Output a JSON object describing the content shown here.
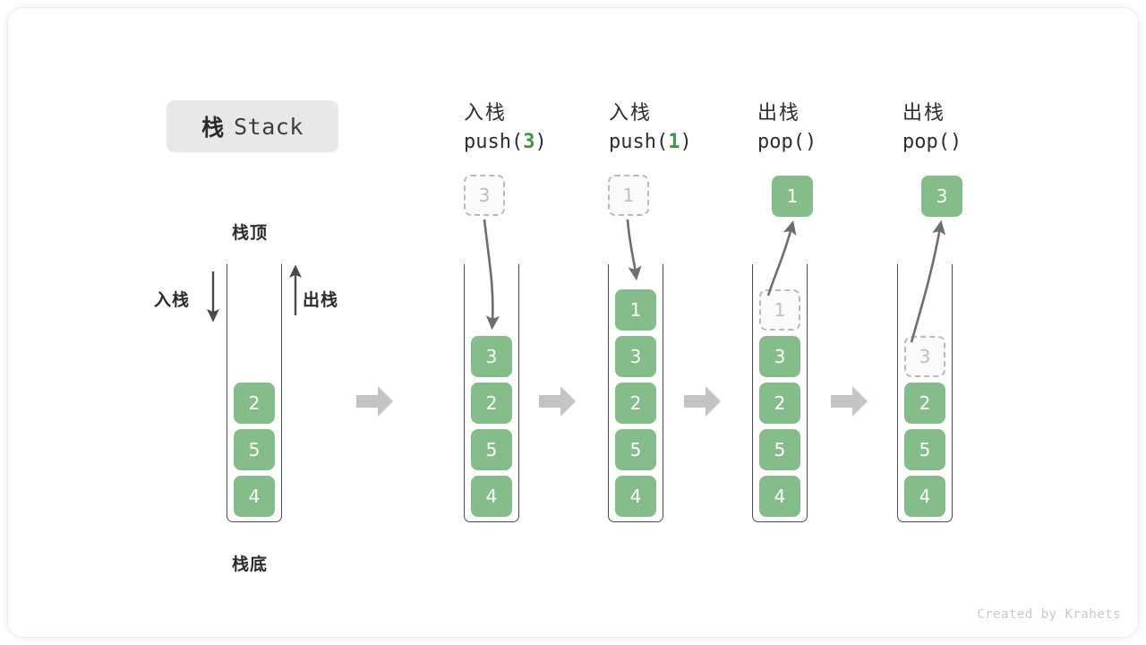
{
  "title": {
    "cn": "栈",
    "en": "Stack"
  },
  "labels": {
    "top": "栈顶",
    "bottom": "栈底",
    "push_dir": "入栈",
    "pop_dir": "出栈"
  },
  "colors": {
    "element_green": "#84bd8a",
    "accent_green": "#3e9544",
    "ghost_border": "#b9b9b9",
    "ghost_text": "#bfbfbf",
    "wall": "#4a4a4a",
    "chip_bg": "#e8e8e8",
    "block_arrow": "#c4c4c4",
    "curve_arrow": "#6e6e6e"
  },
  "stages": [
    {
      "id": "initial",
      "op_cn": "",
      "op_code": "",
      "op_arg": "",
      "cells": [
        {
          "value": "4",
          "state": "filled"
        },
        {
          "value": "5",
          "state": "filled"
        },
        {
          "value": "2",
          "state": "filled"
        }
      ],
      "float_box": null
    },
    {
      "id": "push-3",
      "op_cn": "入栈",
      "op_code_prefix": "push(",
      "op_arg": "3",
      "op_code_suffix": ")",
      "cells": [
        {
          "value": "4",
          "state": "filled"
        },
        {
          "value": "5",
          "state": "filled"
        },
        {
          "value": "2",
          "state": "filled"
        },
        {
          "value": "3",
          "state": "filled"
        }
      ],
      "float_box": {
        "value": "3",
        "state": "ghost"
      }
    },
    {
      "id": "push-1",
      "op_cn": "入栈",
      "op_code_prefix": "push(",
      "op_arg": "1",
      "op_code_suffix": ")",
      "cells": [
        {
          "value": "4",
          "state": "filled"
        },
        {
          "value": "5",
          "state": "filled"
        },
        {
          "value": "2",
          "state": "filled"
        },
        {
          "value": "3",
          "state": "filled"
        },
        {
          "value": "1",
          "state": "filled"
        }
      ],
      "float_box": {
        "value": "1",
        "state": "ghost"
      }
    },
    {
      "id": "pop-1",
      "op_cn": "出栈",
      "op_code_prefix": "pop(",
      "op_arg": "",
      "op_code_suffix": ")",
      "cells": [
        {
          "value": "4",
          "state": "filled"
        },
        {
          "value": "5",
          "state": "filled"
        },
        {
          "value": "2",
          "state": "filled"
        },
        {
          "value": "3",
          "state": "filled"
        },
        {
          "value": "1",
          "state": "ghost"
        }
      ],
      "float_box": {
        "value": "1",
        "state": "filled"
      }
    },
    {
      "id": "pop-3",
      "op_cn": "出栈",
      "op_code_prefix": "pop(",
      "op_arg": "",
      "op_code_suffix": ")",
      "cells": [
        {
          "value": "4",
          "state": "filled"
        },
        {
          "value": "5",
          "state": "filled"
        },
        {
          "value": "2",
          "state": "filled"
        },
        {
          "value": "3",
          "state": "ghost"
        }
      ],
      "float_box": {
        "value": "3",
        "state": "filled"
      }
    }
  ],
  "credit": "Created by Krahets"
}
